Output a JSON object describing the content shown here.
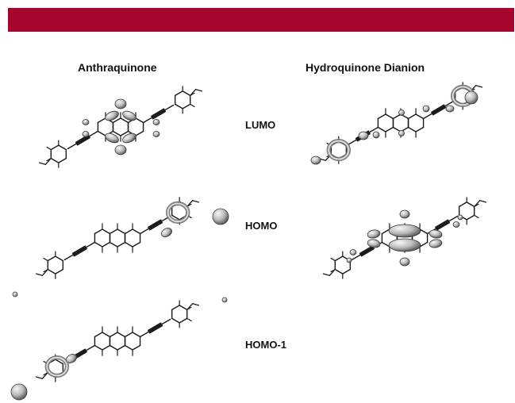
{
  "colors": {
    "banner": "#A6062E",
    "bond": "#1a1a1a",
    "lobe_light": "#f2f2f2",
    "lobe_dark": "#5a5a5a"
  },
  "columns": {
    "left_title": "Anthraquinone",
    "right_title": "Hydroquinone Dianion"
  },
  "rows": {
    "lumo": "LUMO",
    "homo": "HOMO",
    "homo1": "HOMO-1"
  },
  "orbital_diagrams": [
    {
      "molecule": "Anthraquinone",
      "orbital": "LUMO",
      "lobes_on": "central anthracene core"
    },
    {
      "molecule": "Anthraquinone",
      "orbital": "HOMO",
      "lobes_on": "upper-right phenyl ring"
    },
    {
      "molecule": "Anthraquinone",
      "orbital": "HOMO-1",
      "lobes_on": "lower-left phenyl ring"
    },
    {
      "molecule": "Hydroquinone Dianion",
      "orbital": "LUMO",
      "lobes_on": "end phenyl rings"
    },
    {
      "molecule": "Hydroquinone Dianion",
      "orbital": "HOMO",
      "lobes_on": "central anthracene core"
    }
  ]
}
